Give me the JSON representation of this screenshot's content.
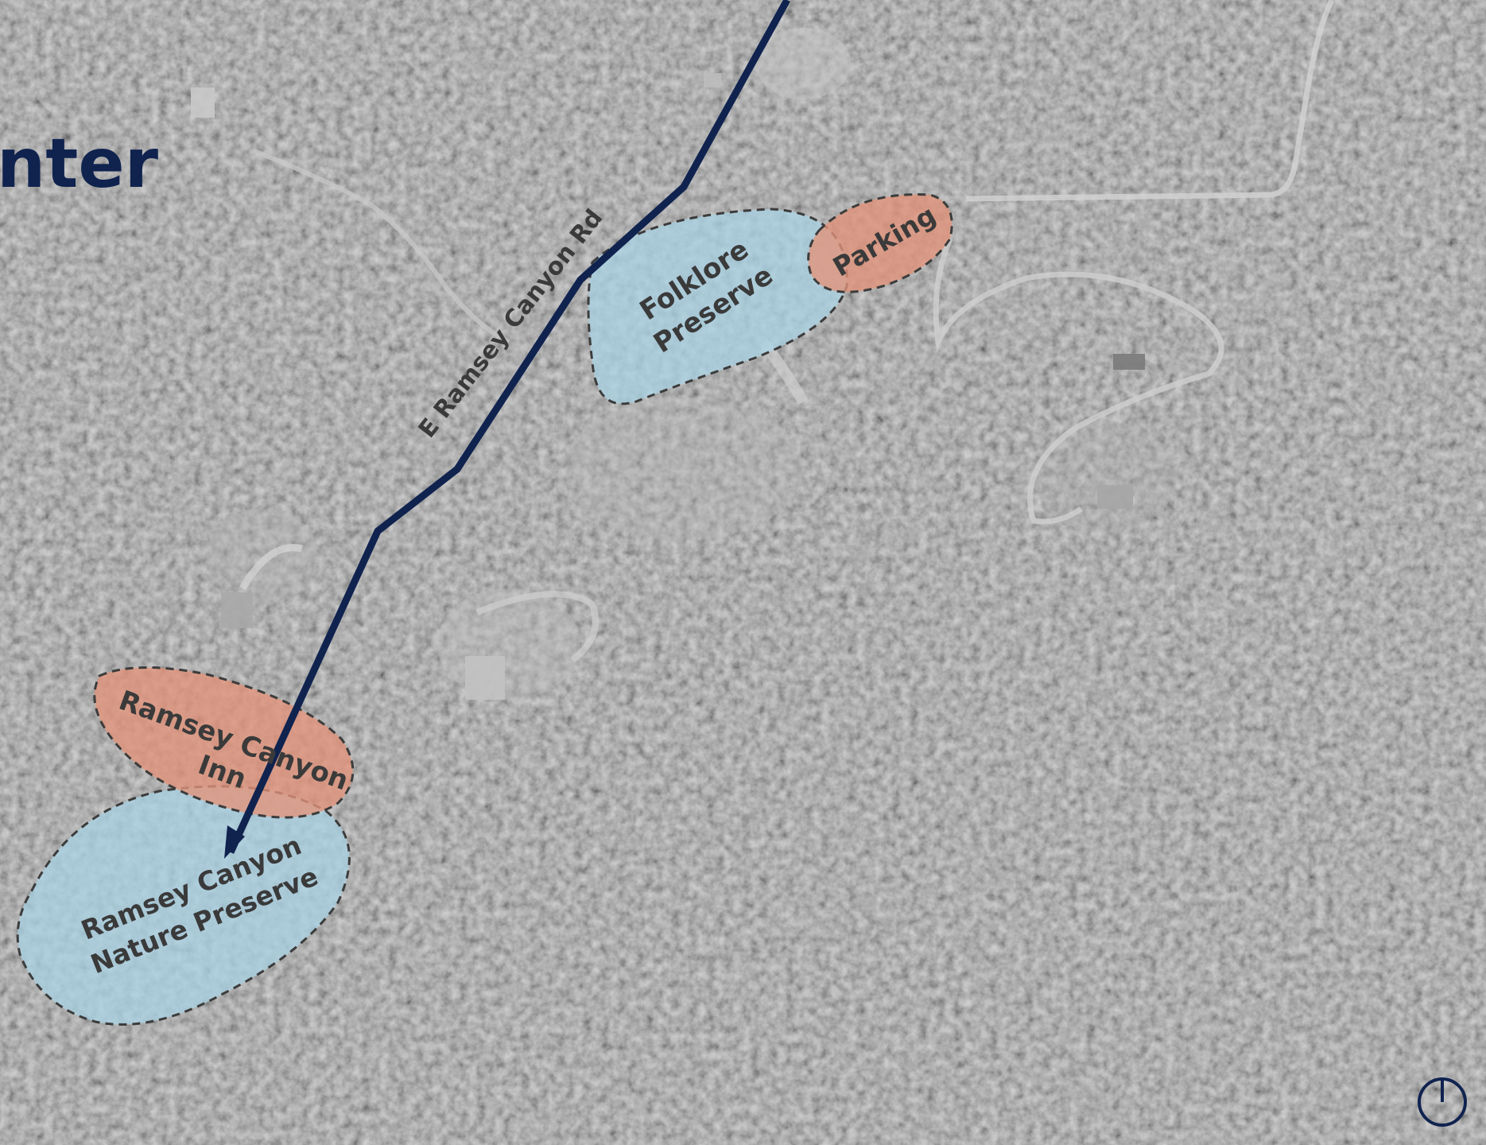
{
  "map": {
    "title_fragment": "nter",
    "road_label": "E Ramsey Canyon Rd",
    "areas": [
      {
        "id": "folklore-preserve",
        "lines": [
          "Folklore",
          "Preserve"
        ],
        "kind": "preserve"
      },
      {
        "id": "parking",
        "lines": [
          "Parking"
        ],
        "kind": "facility"
      },
      {
        "id": "ramsey-canyon-inn",
        "lines": [
          "Ramsey Canyon",
          "Inn"
        ],
        "kind": "facility"
      },
      {
        "id": "ramsey-canyon-nature-preserve",
        "lines": [
          "Ramsey Canyon",
          "Nature Preserve"
        ],
        "kind": "preserve"
      }
    ],
    "compass": "north-arrow-icon",
    "colors": {
      "background": "#8f8f8f",
      "route": "#10234f",
      "preserve_fill": "#a9d3e6",
      "facility_fill": "#e3937a",
      "label_text": "#3a3a3a",
      "outline": "#3c3c3c"
    }
  }
}
